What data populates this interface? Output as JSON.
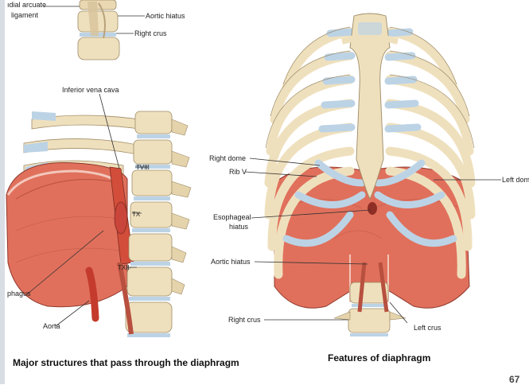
{
  "labels": {
    "medial_arcuate": "ıdial arcuate",
    "ligament": "ligament",
    "aortic_hiatus_top": "Aortic hiatus",
    "right_crus_top": "Right crus",
    "ivc": "Inferior vena cava",
    "tviii": "TVIII",
    "tx": "TX",
    "txii": "TXII",
    "esophagus_cut": "phagus",
    "aorta": "Aorta",
    "right_dome": "Right dome",
    "rib_v": "Rib V",
    "left_dome": "Left dome",
    "esophageal": "Esophageal",
    "hiatus": "hiatus",
    "aortic_hiatus_right": "Aortic hiatus",
    "right_crus_right": "Right crus",
    "left_crus": "Left crus"
  },
  "captions": {
    "left": "Major structures that pass through the diaphragm",
    "right": "Features of diaphragm"
  },
  "page_number": "67",
  "colors": {
    "muscle": "#e0705c",
    "bone": "#efe0bd",
    "cartilage": "#bcd3e6",
    "line": "#333333"
  }
}
